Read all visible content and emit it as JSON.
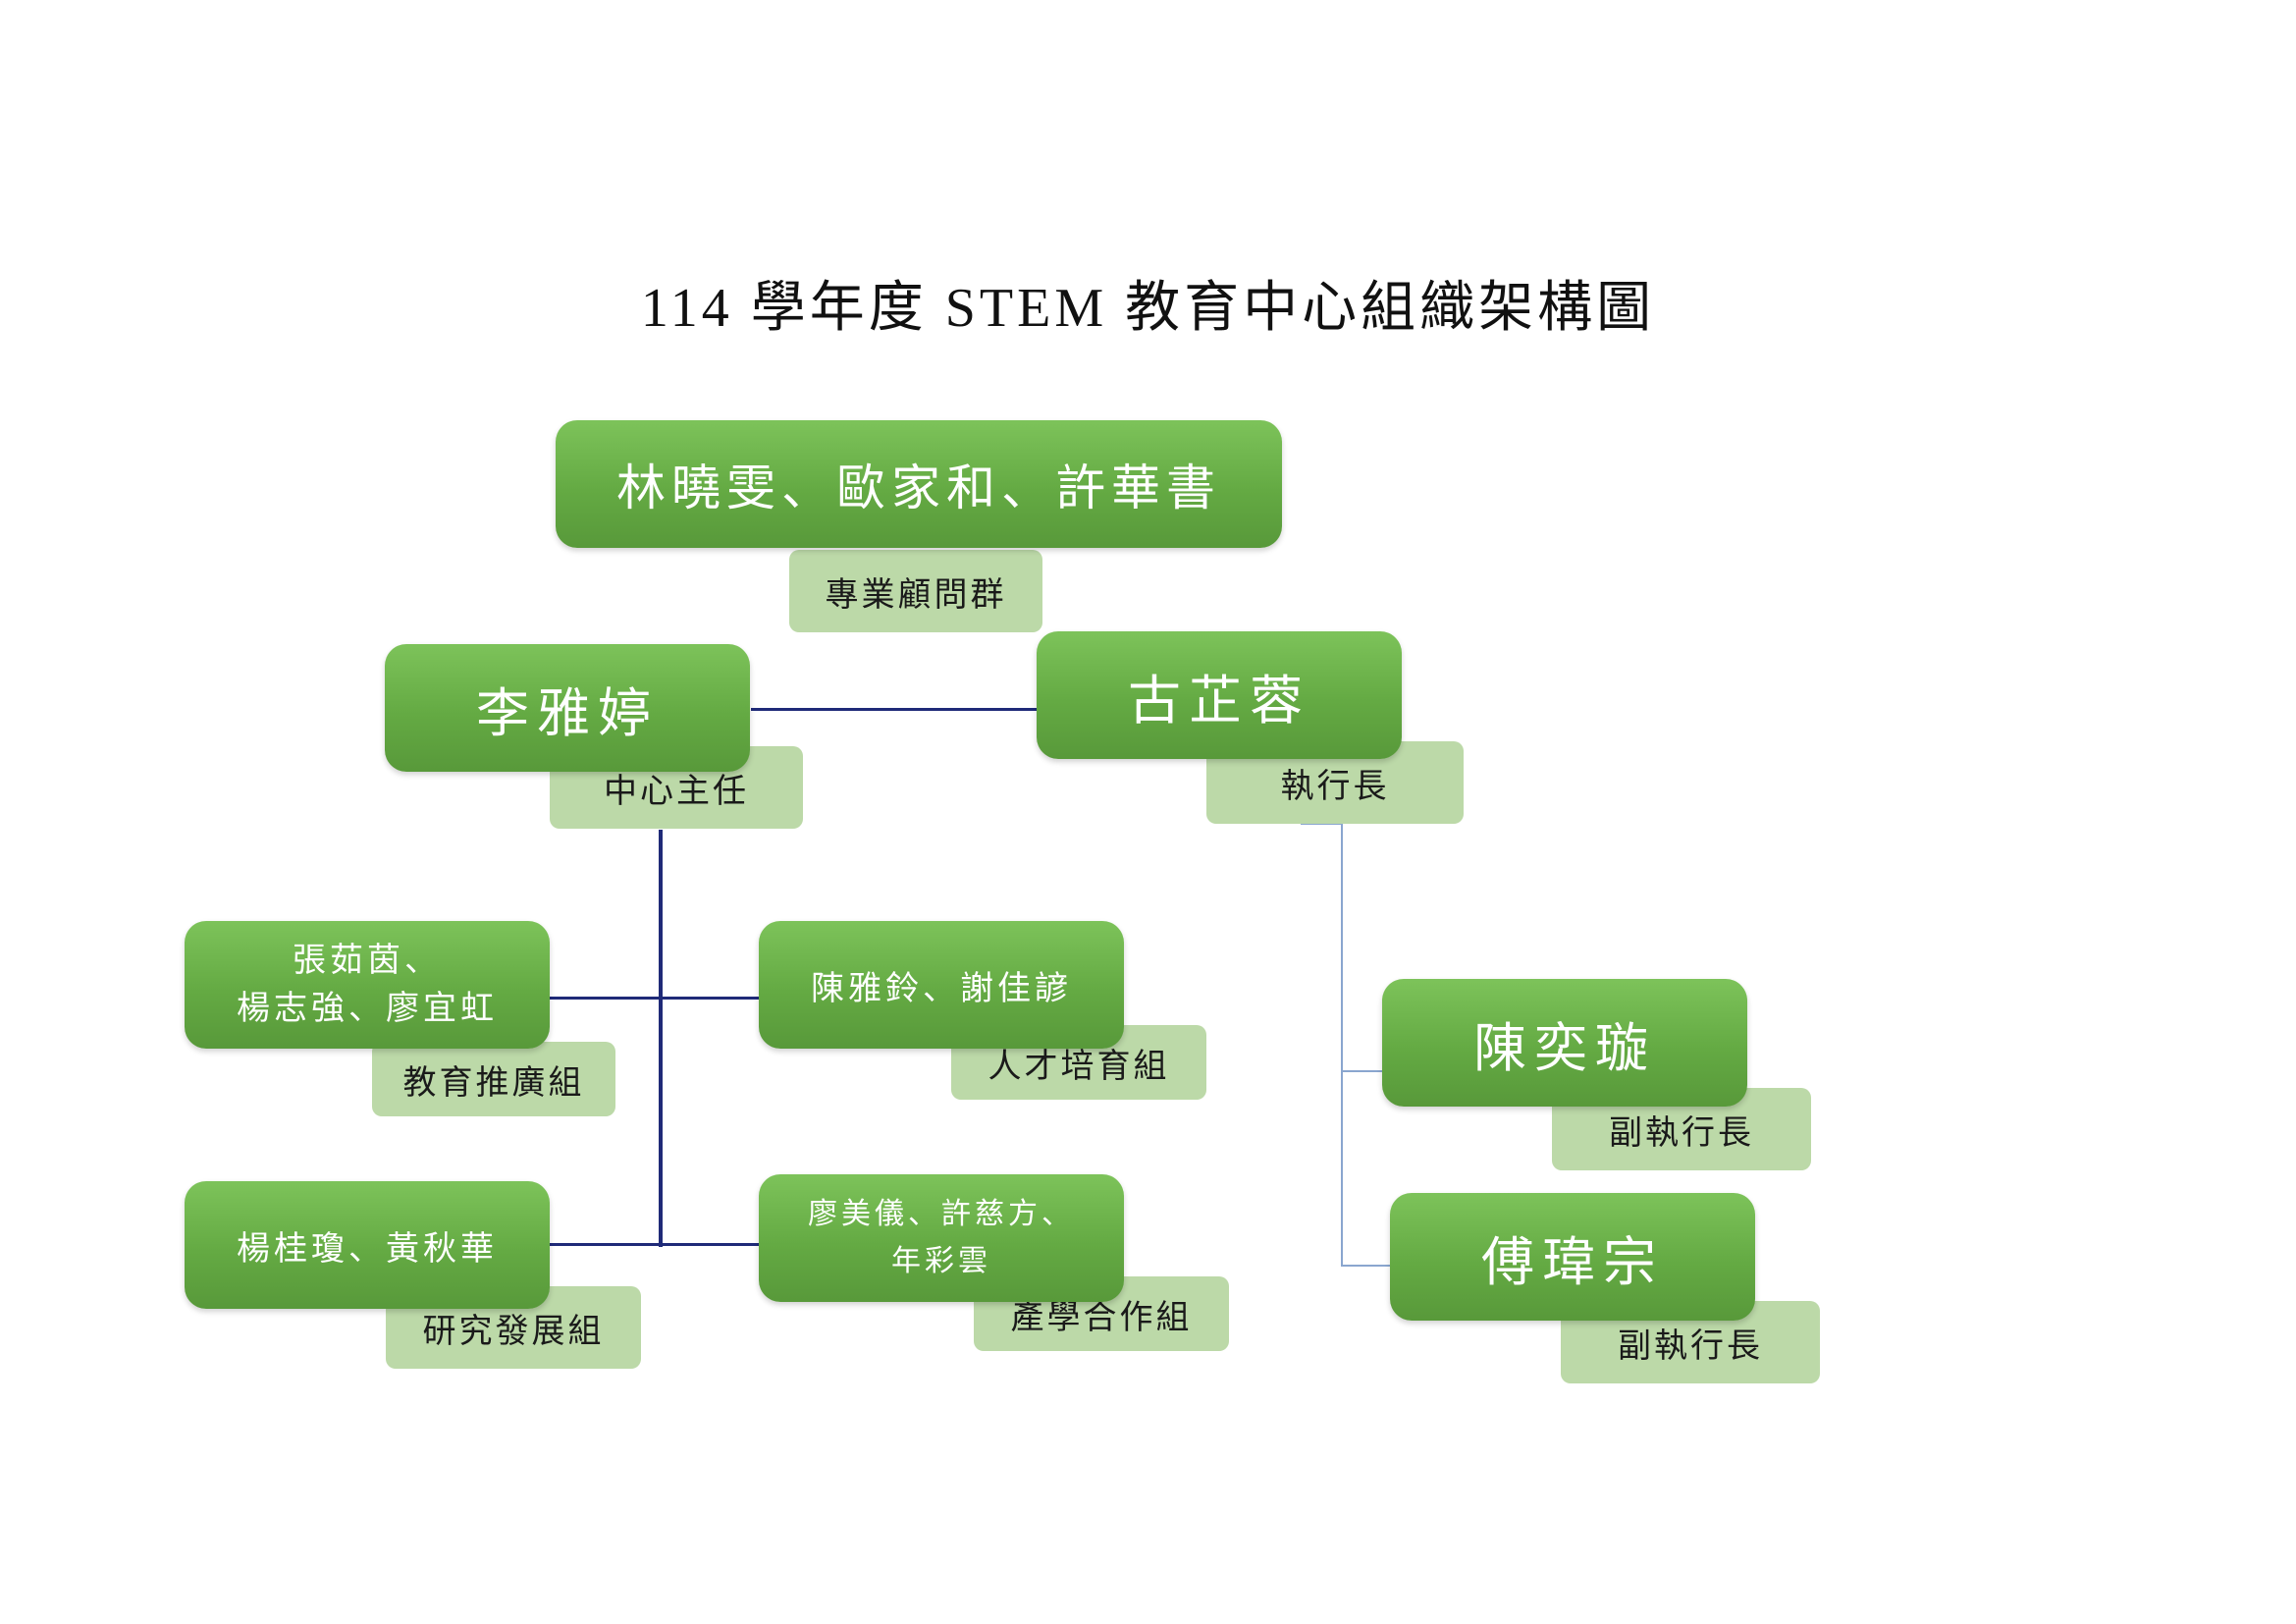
{
  "title": "114 學年度 STEM 教育中心組織架構圖",
  "advisors": {
    "names": "林曉雯、歐家和、許華書",
    "role": "專業顧問群"
  },
  "director": {
    "name": "李雅婷",
    "role": "中心主任"
  },
  "ceo": {
    "name": "古芷蓉",
    "role": "執行長"
  },
  "groups": [
    {
      "names": "張茹茵、\n楊志強、廖宜虹",
      "role": "教育推廣組"
    },
    {
      "names": "陳雅鈴、謝佳諺",
      "role": "人才培育組"
    },
    {
      "names": "楊桂瓊、黃秋華",
      "role": "研究發展組"
    },
    {
      "names": "廖美儀、許慈方、\n年彩雲",
      "role": "產學合作組"
    }
  ],
  "deputies": [
    {
      "name": "陳奕璇",
      "role": "副執行長"
    },
    {
      "name": "傅瑋宗",
      "role": "副執行長"
    }
  ],
  "colors": {
    "node_green": "#64aa43",
    "tag_green": "#bcd9a8",
    "connector_dark": "#1f2a78",
    "connector_light": "#8aa6cf"
  }
}
